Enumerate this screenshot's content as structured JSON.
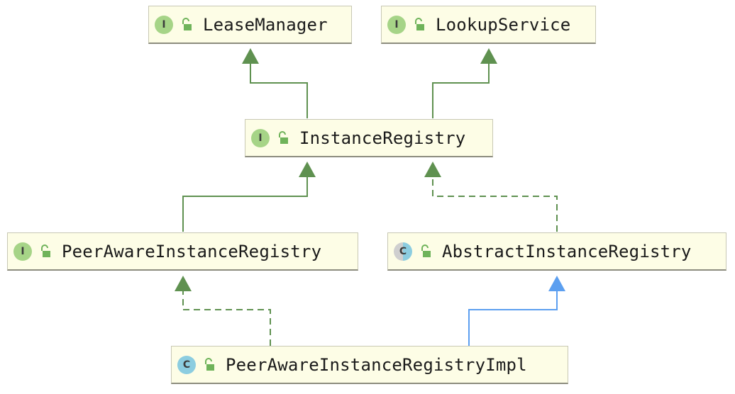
{
  "nodes": [
    {
      "id": "lease-manager",
      "name": "LeaseManager",
      "kind": "interface",
      "kind_glyph": "I"
    },
    {
      "id": "lookup-service",
      "name": "LookupService",
      "kind": "interface",
      "kind_glyph": "I"
    },
    {
      "id": "instance-registry",
      "name": "InstanceRegistry",
      "kind": "interface",
      "kind_glyph": "I"
    },
    {
      "id": "peer-aware-instance-registry",
      "name": "PeerAwareInstanceRegistry",
      "kind": "interface",
      "kind_glyph": "I"
    },
    {
      "id": "abstract-instance-registry",
      "name": "AbstractInstanceRegistry",
      "kind": "abstract",
      "kind_glyph": "C"
    },
    {
      "id": "peer-aware-instance-registry-impl",
      "name": "PeerAwareInstanceRegistryImpl",
      "kind": "class",
      "kind_glyph": "C"
    }
  ],
  "edges": [
    {
      "from": "instance-registry",
      "to": "lease-manager",
      "type": "extends-interface"
    },
    {
      "from": "instance-registry",
      "to": "lookup-service",
      "type": "extends-interface"
    },
    {
      "from": "peer-aware-instance-registry",
      "to": "instance-registry",
      "type": "extends-interface"
    },
    {
      "from": "abstract-instance-registry",
      "to": "instance-registry",
      "type": "implements"
    },
    {
      "from": "peer-aware-instance-registry-impl",
      "to": "peer-aware-instance-registry",
      "type": "implements"
    },
    {
      "from": "peer-aware-instance-registry-impl",
      "to": "abstract-instance-registry",
      "type": "extends-class"
    }
  ],
  "colors": {
    "node_fill": "#fdfde6",
    "interface_edge": "#5f9150",
    "class_edge": "#5c9ff0",
    "interface_badge": "#a6d487",
    "class_badge": "#8ccde0"
  },
  "icons": {
    "interface": "interface-badge-icon",
    "class": "class-badge-icon",
    "abstract": "abstract-class-badge-icon",
    "visibility": "open-lock-icon"
  }
}
